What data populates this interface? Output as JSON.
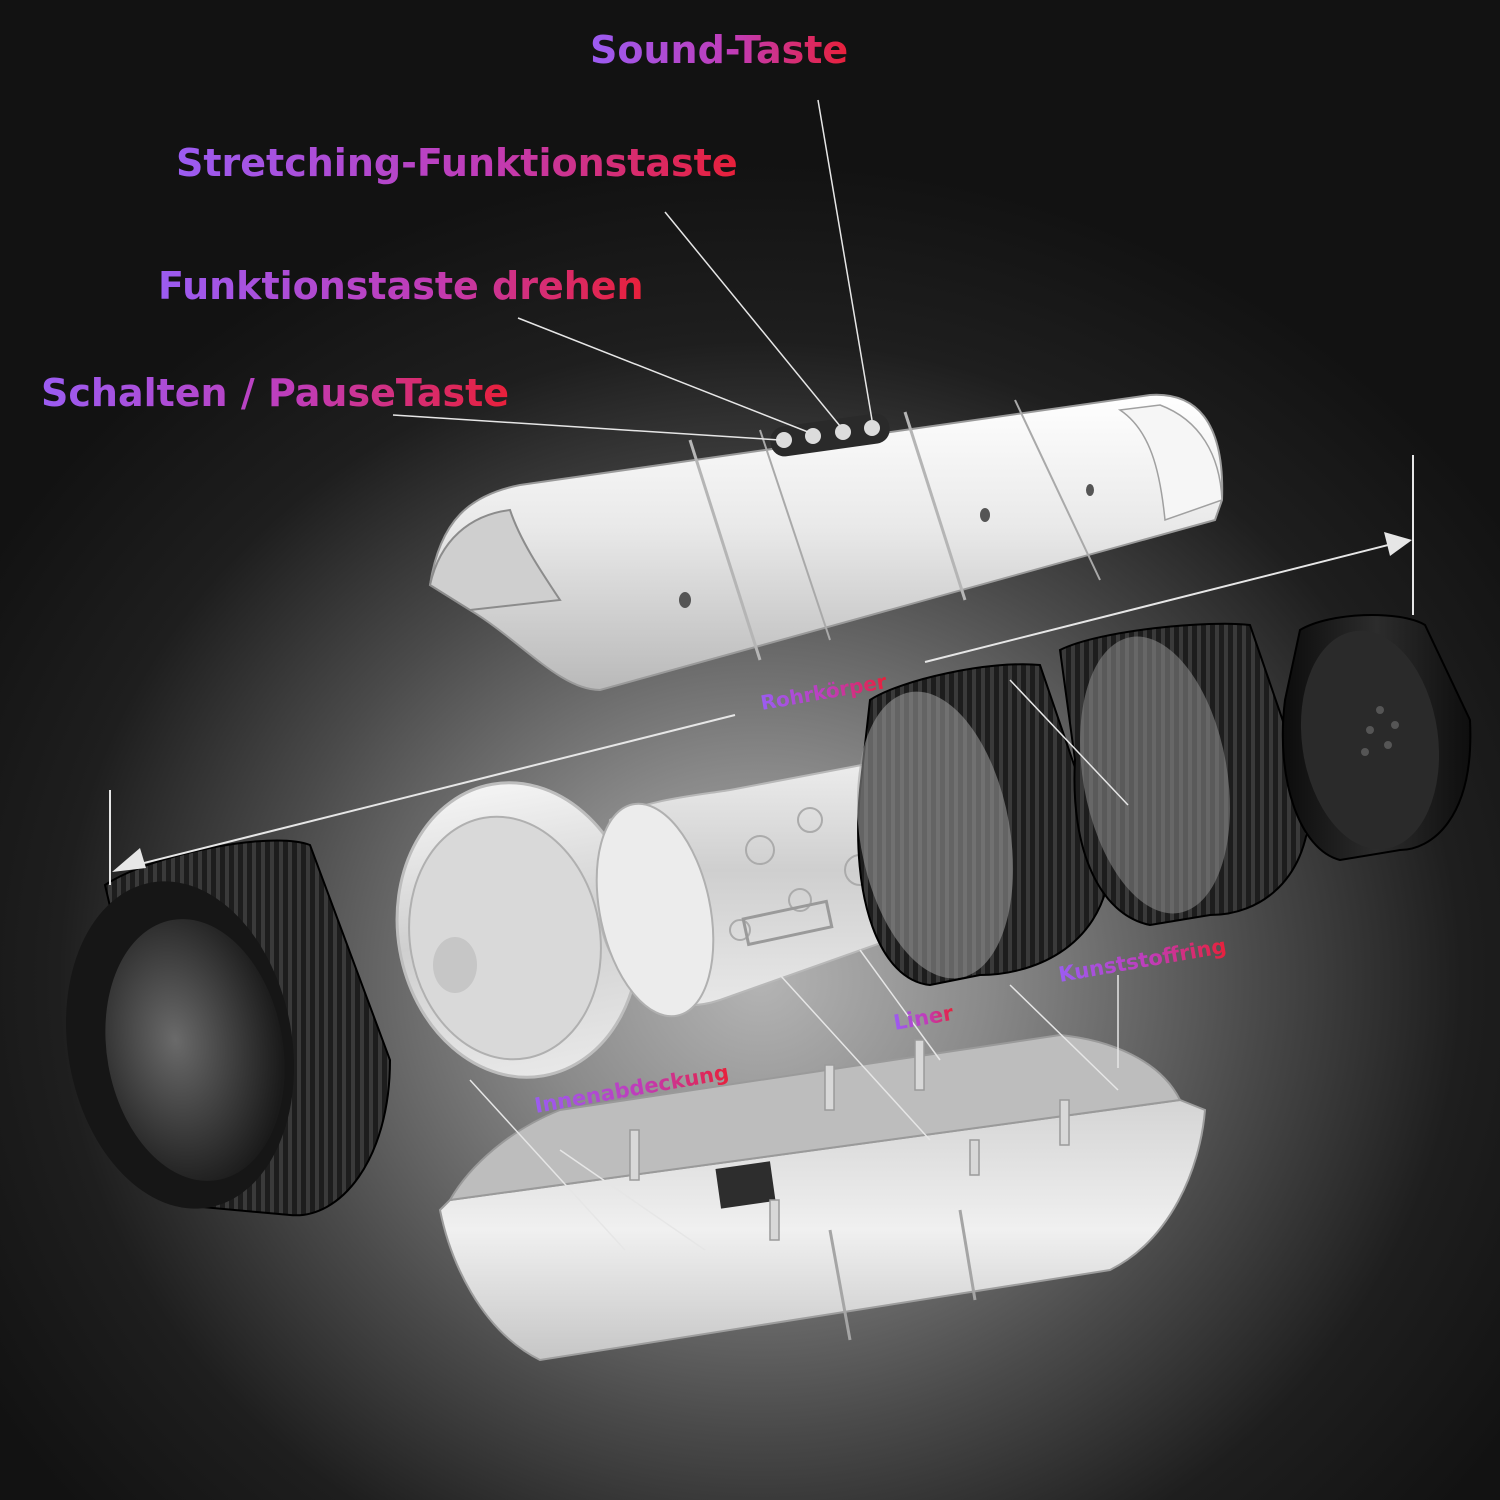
{
  "callouts": {
    "sound": "Sound-Taste",
    "stretching": "Stretching-Funktionstaste",
    "rotate": "Funktionstaste drehen",
    "switch": "Schalten / PauseTaste"
  },
  "parts": {
    "tube": "Rohrkörper",
    "ring": "Kunststoffring",
    "liner": "Liner",
    "inner_cover": "Innenabdeckung"
  },
  "colors": {
    "gradient_start": "#9b5cf2",
    "gradient_mid": "#c03cb8",
    "gradient_end": "#e8203a",
    "leader_line": "#e6e6e6"
  }
}
